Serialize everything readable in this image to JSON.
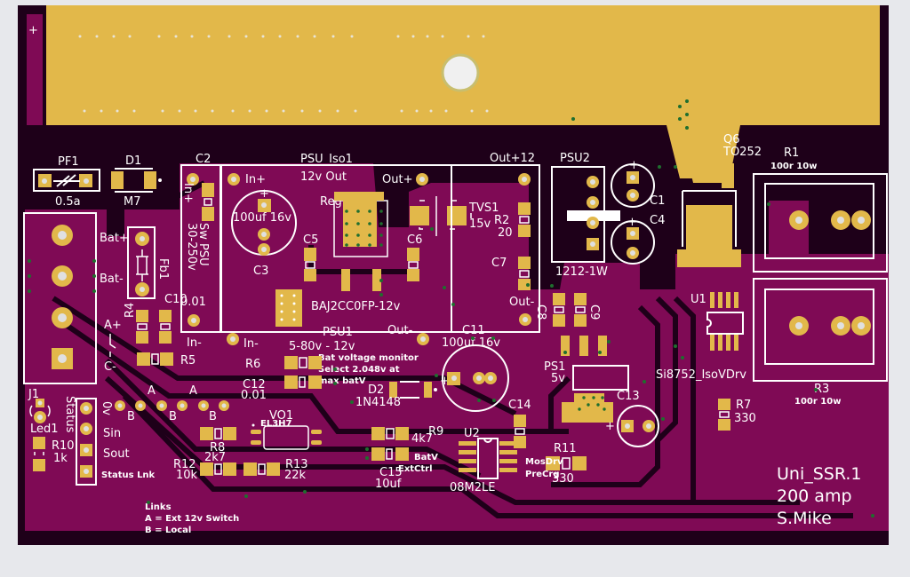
{
  "board": {
    "title": "Uni_SSR.1",
    "rating": "200 amp",
    "author": "S.Mike",
    "colors": {
      "substrate": "#1e0019",
      "copper_pour": "#7f0a55",
      "pad": "#e2b84a",
      "silkscreen": "#ffffff",
      "via": "#1f6e2e",
      "background": "#e7e8ec"
    }
  },
  "top_marks": {
    "plus": "+"
  },
  "components": {
    "pf1": {
      "ref": "PF1",
      "value": "0.5a"
    },
    "d1": {
      "ref": "D1",
      "value": "M7"
    },
    "c2": {
      "ref": "C2"
    },
    "sw_psu": {
      "pin_in_plus": "In+",
      "label": "Sw PSU",
      "range": "30-250v",
      "pin_in_minus": "In-"
    },
    "psu_iso1": {
      "ref": "PSU_Iso1",
      "out_label": "12v  Out",
      "in_plus": "In+",
      "out_plus": "Out+",
      "in_minus": "In-",
      "out_minus": "Out-",
      "module": "BAJ2CC0FP-12v",
      "psu1": "PSU1",
      "range": "5-80v - 12v"
    },
    "c3": {
      "ref": "C3",
      "value": "100uf  16v",
      "polarity": "+"
    },
    "reg1": {
      "ref": "Reg1"
    },
    "c5": {
      "ref": "C5"
    },
    "c6": {
      "ref": "C6"
    },
    "out12": {
      "label": "Out+12"
    },
    "tvs1": {
      "ref": "TVS1",
      "value": "15v"
    },
    "r2": {
      "ref": "R2",
      "value": "20"
    },
    "c7": {
      "ref": "C7"
    },
    "out_minus2": {
      "label": "Out-"
    },
    "psu2": {
      "ref": "PSU2",
      "value": "1212-1W"
    },
    "c1": {
      "ref": "C1",
      "polarity": "+"
    },
    "c4": {
      "ref": "C4",
      "polarity": "+"
    },
    "q6": {
      "ref": "Q6",
      "package": "TO252"
    },
    "r1": {
      "ref": "R1",
      "value": "100r  10w"
    },
    "r3": {
      "ref": "R3",
      "value": "100r  10w"
    },
    "u1": {
      "ref": "U1",
      "value": "Si8752_IsoVDrv"
    },
    "r7": {
      "ref": "R7",
      "value": "330"
    },
    "c8": {
      "ref": "C8"
    },
    "c9": {
      "ref": "C9"
    },
    "ps1": {
      "ref": "PS1",
      "value": "5v"
    },
    "c13": {
      "ref": "C13",
      "polarity": "+"
    },
    "c11": {
      "ref": "C11",
      "value": "100uf  16v",
      "polarity": "+"
    },
    "c14": {
      "ref": "C14"
    },
    "r11": {
      "ref": "R11",
      "value": "330"
    },
    "u2": {
      "ref": "U2",
      "value": "08M2LE",
      "pins_left": [
        "BatV",
        "ExtCtrl"
      ],
      "pins_right": [
        "MosDrv",
        "PreCrg"
      ]
    },
    "r9": {
      "ref": "R9",
      "value": "4k7"
    },
    "c15": {
      "ref": "C15",
      "value": "10uf"
    },
    "d2": {
      "ref": "D2",
      "value": "1N4148"
    },
    "r6": {
      "ref": "R6"
    },
    "c12": {
      "ref": "C12",
      "value": "0.01"
    },
    "c10": {
      "ref": "C10",
      "value": "0.01"
    },
    "fb1": {
      "ref": "Fb1"
    },
    "bat": {
      "plus": "Bat+",
      "minus": "Bat-"
    },
    "ac": {
      "a_plus": "A+",
      "c_minus": "C-"
    },
    "r4": {
      "ref": "R4"
    },
    "r5": {
      "ref": "R5"
    },
    "vo1": {
      "ref": "VO1",
      "value": "EL3H7"
    },
    "r8": {
      "ref": "R8",
      "value": "2k7"
    },
    "r12": {
      "ref": "R12",
      "value": "10k"
    },
    "r13": {
      "ref": "R13",
      "value": "22k"
    },
    "j1": {
      "ref": "J1"
    },
    "led1": {
      "ref": "Led1",
      "label": "Status"
    },
    "r10": {
      "ref": "R10",
      "value": "1k"
    },
    "status_header": {
      "pins": [
        "0v",
        "Sin",
        "Sout",
        "Status Lnk"
      ]
    },
    "links": {
      "a": "A",
      "b": "B"
    }
  },
  "notes": {
    "bat_monitor": [
      "Bat voltage monitor",
      "Select 2.048v at",
      "max batV"
    ],
    "links_title": "Links",
    "links_a": "A = Ext 12v Switch",
    "links_b": "B = Local"
  }
}
